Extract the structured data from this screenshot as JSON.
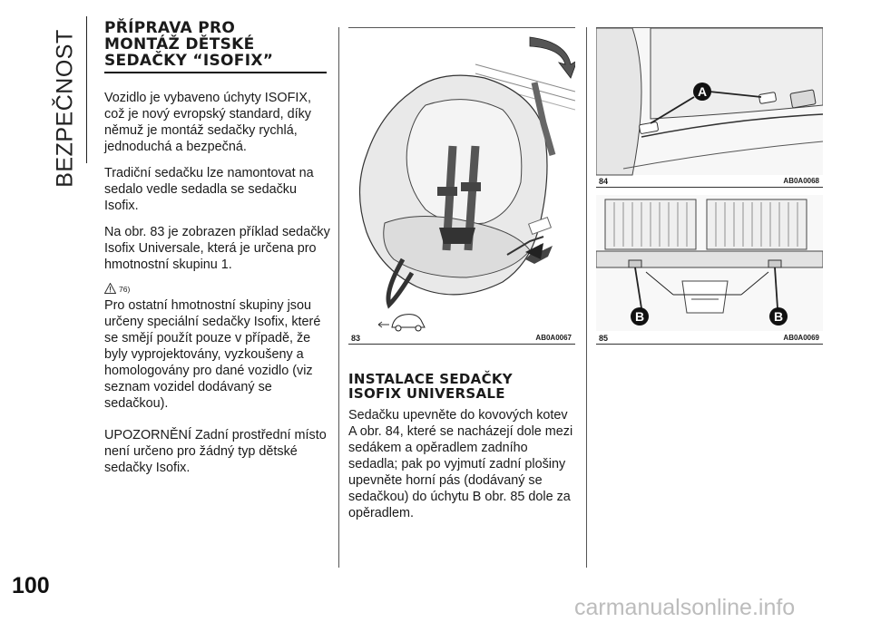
{
  "section_label": "BEZPEČNOST",
  "page_number": "100",
  "watermark": "carmanualsonline.info",
  "col1": {
    "heading_lines": [
      "PŘÍPRAVA PRO",
      "MONTÁŽ DĚTSKÉ",
      "SEDAČKY “ISOFIX”"
    ],
    "paragraphs": [
      "Vozidlo je vybaveno úchyty ISOFIX, což je nový evropský standard, díky němuž je montáž sedačky rychlá, jednoduchá a bezpečná.",
      "Tradiční sedačku lze namontovat na sedalo vedle sedadla se sedačku Isofix.",
      "Na obr. 83 je zobrazen příklad sedačky Isofix Universale, která je určena pro hmotnostní skupinu 1."
    ],
    "warning_ref": "76)",
    "paragraphs2": [
      "Pro ostatní hmotnostní skupiny jsou určeny speciální sedačky Isofix, které se smějí použít pouze v případě, že byly vyprojektovány, vyzkoušeny a homologovány pro dané vozidlo (viz seznam vozidel dodávaný se sedačkou).",
      "UPOZORNĚNÍ Zadní prostřední místo není určeno pro žádný typ dětské sedačky Isofix."
    ]
  },
  "figures": [
    {
      "number": "83",
      "code": "AB0A0067"
    },
    {
      "number": "84",
      "code": "AB0A0068",
      "label": "A"
    },
    {
      "number": "85",
      "code": "AB0A0069",
      "labels": [
        "B",
        "B"
      ]
    }
  ],
  "col2": {
    "heading_lines": [
      "INSTALACE SEDAČKY",
      "ISOFIX UNIVERSALE"
    ],
    "paragraph": "Sedačku upevněte do kovových kotev A obr. 84, které se nacházejí dole mezi sedákem a opěradlem zadního sedadla; pak po vyjmutí zadní plošiny upevněte horní pás (dodávaný se sedačkou) do úchytu B obr. 85 dole za opěradlem."
  }
}
